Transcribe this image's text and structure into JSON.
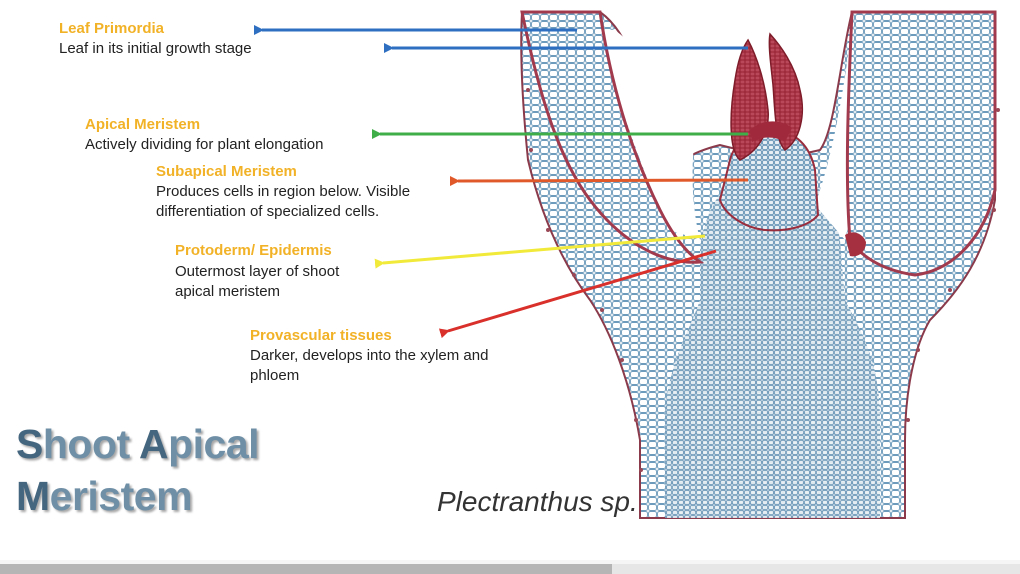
{
  "labels": {
    "leaf_primordia": {
      "title": "Leaf Primordia",
      "desc": "Leaf in its initial growth stage"
    },
    "apical_meristem": {
      "title": "Apical Meristem",
      "desc": "Actively dividing for plant elongation"
    },
    "subapical_meristem": {
      "title": "Subapical Meristem",
      "desc": "Produces cells in region below. Visible differentiation of specialized cells."
    },
    "protoderm": {
      "title": "Protoderm/ Epidermis",
      "desc": "Outermost layer of shoot apical meristem"
    },
    "provascular": {
      "title": "Provascular tissues",
      "desc": "Darker, develops into the xylem and phloem"
    }
  },
  "title": {
    "line1_first": "S",
    "line1_rest": "hoot ",
    "line1b_first": "A",
    "line1b_rest": "pical",
    "line2_first": "M",
    "line2_rest": "eristem"
  },
  "species": "Plectranthus sp.",
  "arrow_colors": {
    "leaf_primordia": "#2e6fc1",
    "apical_meristem": "#3fae49",
    "subapical_meristem": "#e0592a",
    "protoderm": "#f2ea3a",
    "provascular": "#d9302b"
  },
  "progress": 0.6
}
